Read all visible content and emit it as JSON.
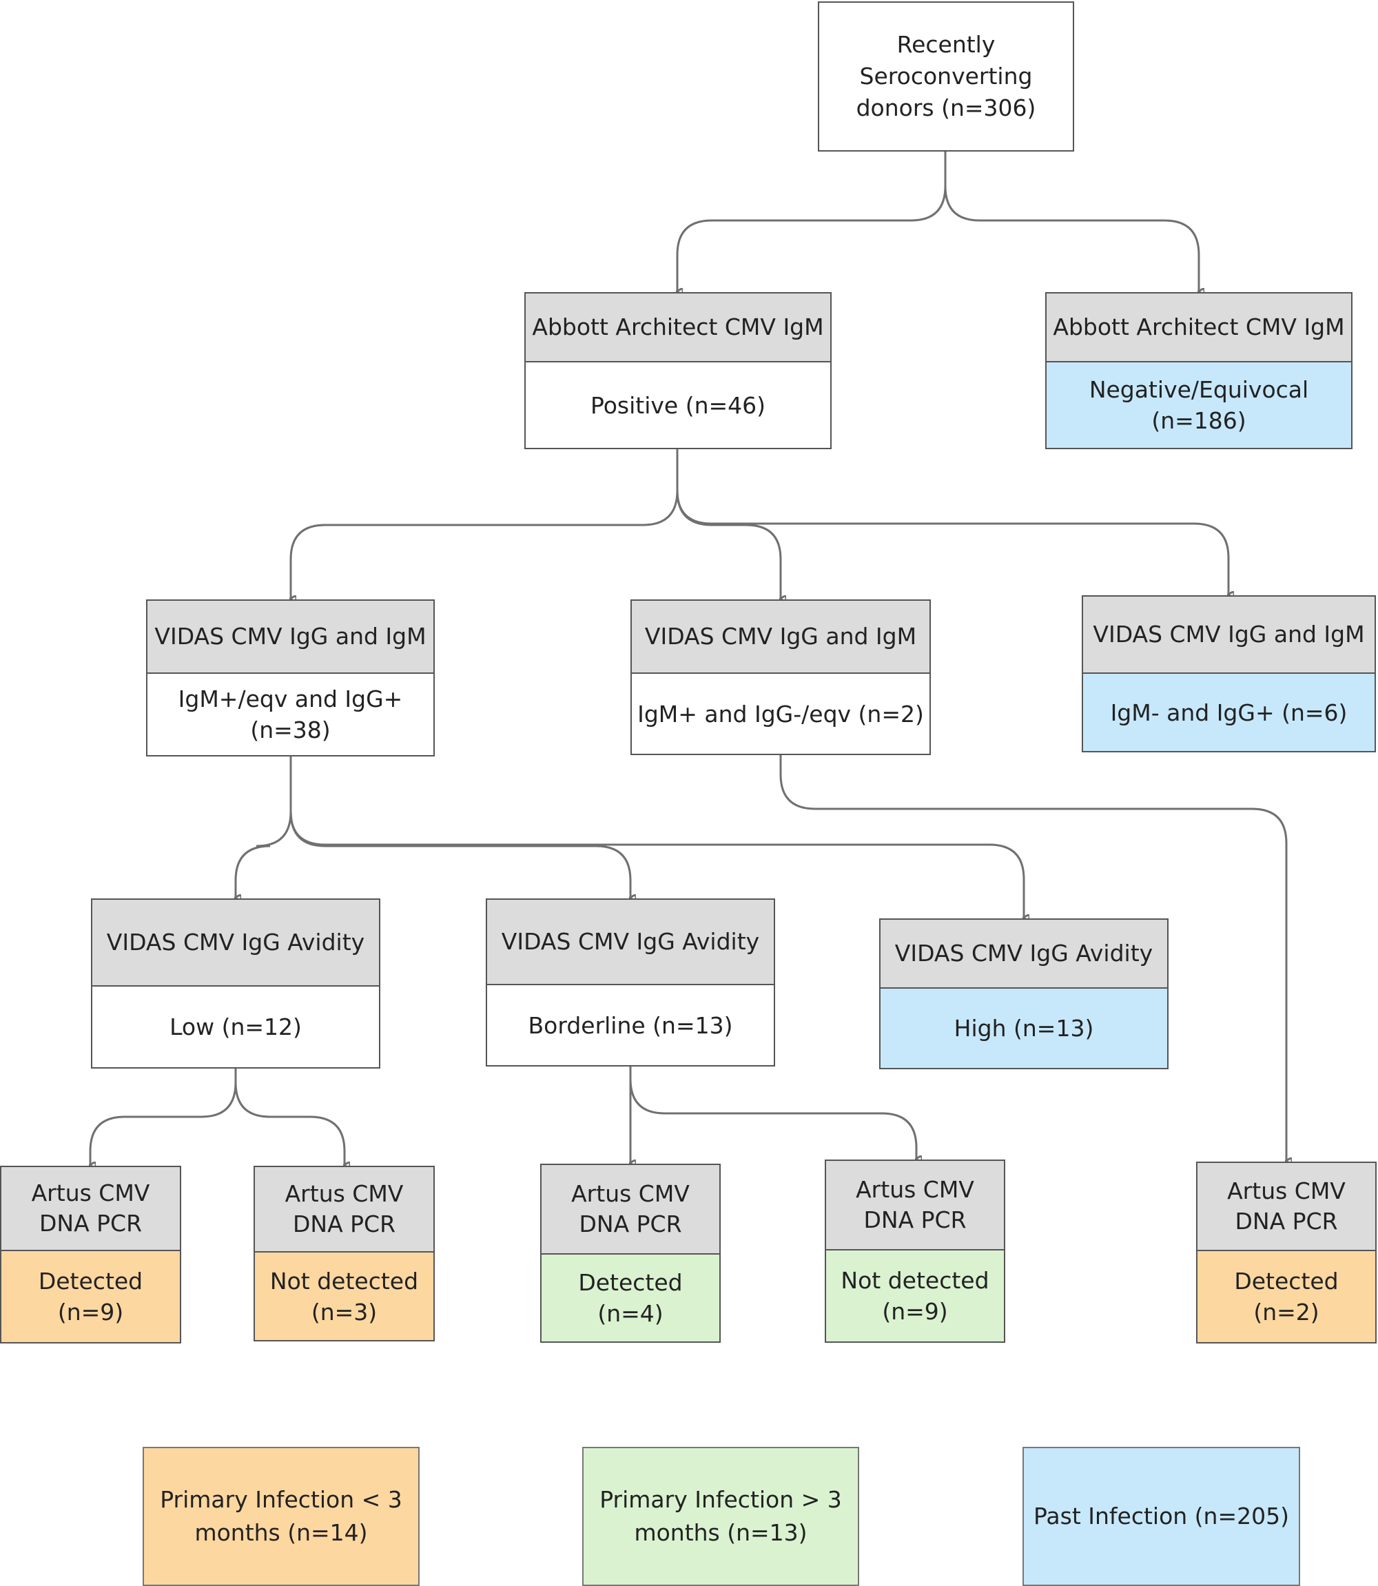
{
  "colors": {
    "header": "#dcdcdc",
    "primary_lt3": "#fdd7a0",
    "primary_gt3": "#daf2d0",
    "past": "#c7e8fb",
    "neutral": "#ffffff"
  },
  "root": {
    "label": "Recently Seroconverting donors (n=306)"
  },
  "level1": {
    "left": {
      "test": "Abbott Architect CMV IgM",
      "result": "Positive (n=46)"
    },
    "right": {
      "test": "Abbott Architect CMV IgM",
      "result": "Negative/Equivocal (n=186)"
    }
  },
  "level2": {
    "a": {
      "test": "VIDAS CMV IgG and IgM",
      "result": "IgM+/eqv and IgG+ (n=38)"
    },
    "b": {
      "test": "VIDAS CMV IgG and IgM",
      "result": "IgM+ and IgG-/eqv (n=2)"
    },
    "c": {
      "test": "VIDAS CMV IgG and IgM",
      "result": "IgM- and IgG+ (n=6)"
    }
  },
  "level3": {
    "low": {
      "test": "VIDAS CMV IgG Avidity",
      "result": "Low (n=12)"
    },
    "borderline": {
      "test": "VIDAS CMV IgG Avidity",
      "result": "Borderline (n=13)"
    },
    "high": {
      "test": "VIDAS CMV IgG Avidity",
      "result": "High (n=13)"
    }
  },
  "level4": {
    "low_detected": {
      "test": "Artus CMV DNA PCR",
      "result": "Detected (n=9)"
    },
    "low_not_detected": {
      "test": "Artus CMV DNA PCR",
      "result": "Not detected (n=3)"
    },
    "borderline_detected": {
      "test": "Artus CMV DNA PCR",
      "result": "Detected (n=4)"
    },
    "borderline_not_detected": {
      "test": "Artus CMV DNA PCR",
      "result": "Not detected (n=9)"
    },
    "igg_neg_detected": {
      "test": "Artus CMV DNA PCR",
      "result": "Detected (n=2)"
    }
  },
  "legend": {
    "primary_lt3": "Primary Infection < 3 months (n=14)",
    "primary_gt3": "Primary Infection > 3 months (n=13)",
    "past": "Past Infection (n=205)"
  }
}
